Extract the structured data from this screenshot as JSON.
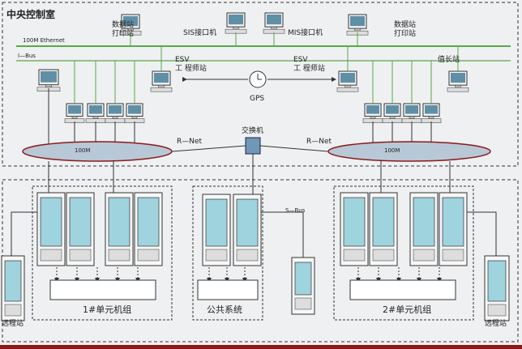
{
  "labels": {
    "central_room": "中央控制室",
    "ethernet": "100M Ethernet",
    "ibus": "I—Bus",
    "print_left": "数据站\n打印站",
    "print_right": "数据站\n打印站",
    "sis": "SIS接口机",
    "mis": "MIS接口机",
    "esv_left": "ESV\n工 程师站",
    "esv_right": "ESV\n工 程师站",
    "gps": "GPS",
    "value_station": "值长站",
    "switch": "交换机",
    "rnet_left": "R—Net",
    "rnet_right": "R—Net",
    "ring_left": "100M",
    "ring_right": "100M",
    "sbus": "S—Bus",
    "unit1": "1#单元机组",
    "public": "公共系统",
    "unit2": "2#单元机组",
    "remote_left": "远程站",
    "remote_right": "远程站"
  },
  "colors": {
    "line_green": "#5aa84a",
    "monitor_screen": "#5f8fa6",
    "cabinet_glass": "#9fd3de",
    "ring_fill": "#b8c8d6",
    "frame": "#222222",
    "bottom_bar": "#8a1a1a"
  }
}
